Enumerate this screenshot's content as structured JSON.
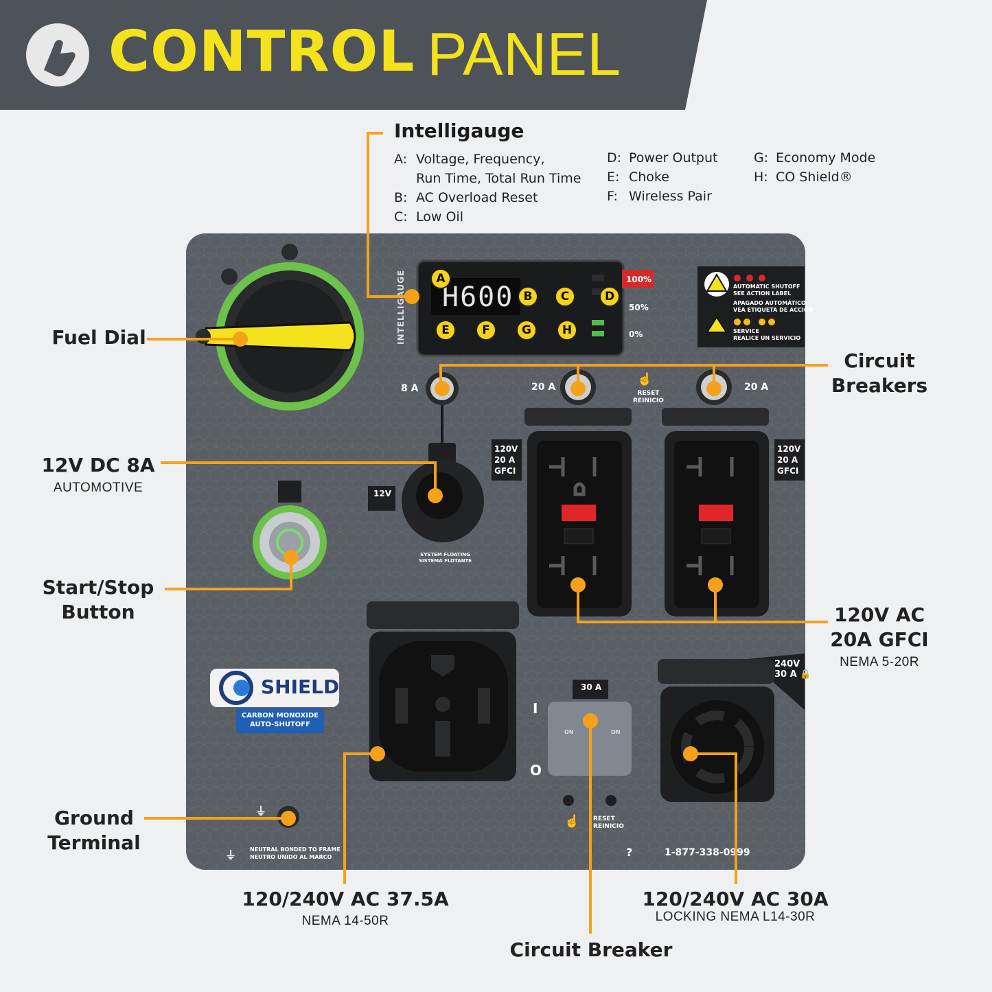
{
  "header": {
    "title_bold": "CONTROL",
    "title_light": "PANEL",
    "icon": "hand-pointer-icon"
  },
  "intelligauge": {
    "title": "Intelligauge",
    "items": [
      {
        "key": "A:",
        "text": "Voltage, Frequency,"
      },
      {
        "key": "",
        "text": "Run Time, Total Run Time"
      },
      {
        "key": "B:",
        "text": "AC Overload Reset"
      },
      {
        "key": "C:",
        "text": "Low Oil"
      },
      {
        "key": "D:",
        "text": "Power Output"
      },
      {
        "key": "E:",
        "text": "Choke"
      },
      {
        "key": "F:",
        "text": "Wireless Pair"
      },
      {
        "key": "G:",
        "text": "Economy Mode"
      },
      {
        "key": "H:",
        "text": "CO Shield®"
      }
    ],
    "display": "H600",
    "side_label": "INTELLIGAUGE",
    "scale": [
      "100%",
      "50%",
      "0%"
    ],
    "letters": [
      "A",
      "B",
      "C",
      "D",
      "E",
      "F",
      "G",
      "H"
    ]
  },
  "callouts": {
    "fuel_dial": "Fuel Dial",
    "dc_title": "12V DC 8A",
    "dc_sub": "AUTOMOTIVE",
    "start_stop_1": "Start/Stop",
    "start_stop_2": "Button",
    "ground_1": "Ground",
    "ground_2": "Terminal",
    "cb_1": "Circuit",
    "cb_2": "Breakers",
    "gfci_1": "120V AC",
    "gfci_2": "20A GFCI",
    "gfci_sub": "NEMA 5-20R",
    "out50_title": "120/240V AC 37.5A",
    "out50_sub": "NEMA 14-50R",
    "out30_title": "120/240V AC 30A",
    "out30_sub": "LOCKING NEMA L14-30R",
    "breaker": "Circuit Breaker"
  },
  "panel": {
    "breaker_8a": "8 A",
    "breaker_20a_left": "20 A",
    "breaker_20a_right": "20 A",
    "reset_1": "RESET",
    "reset_2": "REINICIO",
    "gfci_tag_1": "120V",
    "gfci_tag_2": "20 A",
    "gfci_tag_3": "GFCI",
    "dc_tag": "12V",
    "floating_1": "SYSTEM FLOATING",
    "floating_2": "SISTEMA FLOTANTE",
    "breaker_30a": "30 A",
    "on_label": "ON",
    "lock_tag": "240V",
    "lock_tag_2": "30 A",
    "switch_on": "I",
    "switch_off": "O",
    "reset_bottom_1": "RESET",
    "reset_bottom_2": "REINICIO",
    "neutral_1": "NEUTRAL BONDED TO FRAME",
    "neutral_2": "NEUTRO UNIDO AL MARCO",
    "phone": "1-877-338-0999",
    "warning_1": "AUTOMATIC SHUTOFF",
    "warning_2": "SEE ACTION LABEL",
    "warning_3": "APAGADO AUTOMÁTICO",
    "warning_4": "VEA ETIQUETA DE ACCIÓN",
    "service_1": "SERVICE",
    "service_2": "REALICE UN SERVICIO",
    "coshield_name": "SHIELD",
    "coshield_1": "CARBON MONOXIDE",
    "coshield_2": "AUTO-SHUTOFF"
  },
  "colors": {
    "accent": "#f5a11c",
    "title": "#f4e21c",
    "panel": "#5a5f66",
    "dial_ring": "#6cc24a",
    "gfci_red": "#e0262b"
  }
}
